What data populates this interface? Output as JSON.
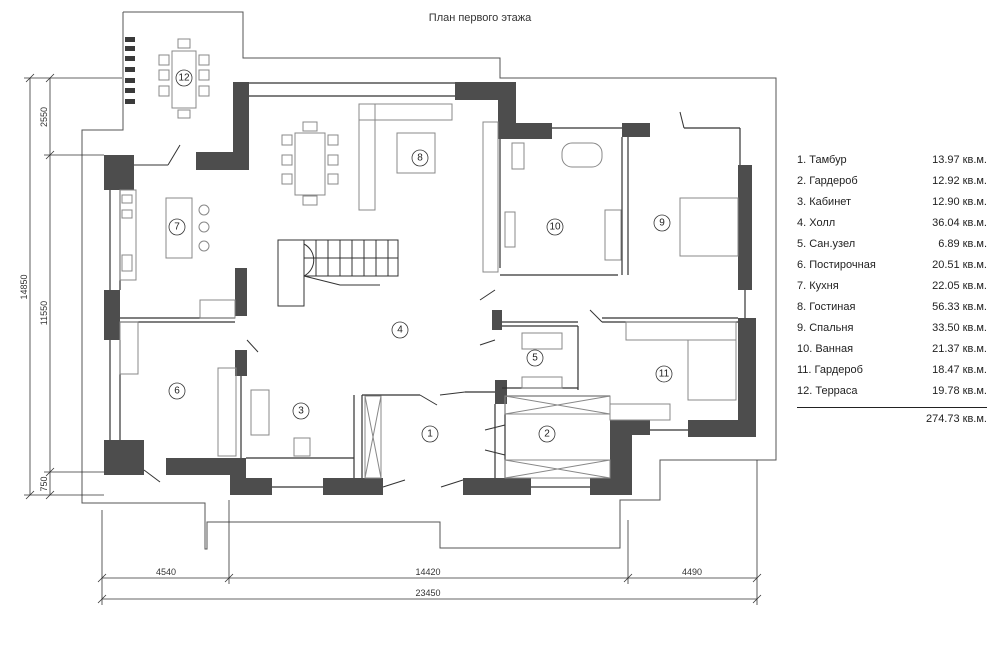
{
  "plan": {
    "title": "План первого этажа"
  },
  "legend": {
    "rooms": [
      {
        "name": "1. Тамбур",
        "area": "13.97 кв.м."
      },
      {
        "name": "2. Гардероб",
        "area": "12.92 кв.м."
      },
      {
        "name": "3. Кабинет",
        "area": "12.90 кв.м."
      },
      {
        "name": "4. Холл",
        "area": "36.04 кв.м."
      },
      {
        "name": "5. Сан.узел",
        "area": "6.89 кв.м."
      },
      {
        "name": "6. Постирочная",
        "area": "20.51 кв.м."
      },
      {
        "name": "7. Кухня",
        "area": "22.05 кв.м."
      },
      {
        "name": "8. Гостиная",
        "area": "56.33 кв.м."
      },
      {
        "name": "9. Спальня",
        "area": "33.50 кв.м."
      },
      {
        "name": "10. Ванная",
        "area": "21.37 кв.м."
      },
      {
        "name": "11. Гардероб",
        "area": "18.47 кв.м."
      },
      {
        "name": "12. Терраса",
        "area": "19.78 кв.м."
      }
    ],
    "total": "274.73 кв.м."
  },
  "rooms": [
    "1",
    "2",
    "3",
    "4",
    "5",
    "6",
    "7",
    "8",
    "9",
    "10",
    "11",
    "12"
  ],
  "dimensions": {
    "bottom": [
      "4540",
      "14420",
      "4490"
    ],
    "bottom_total": "23450",
    "left": [
      "2550",
      "11550",
      "750"
    ],
    "left_total": "14850"
  },
  "colors": {
    "wall": "#4d4d4d",
    "line": "#333333",
    "thin": "#888888"
  }
}
